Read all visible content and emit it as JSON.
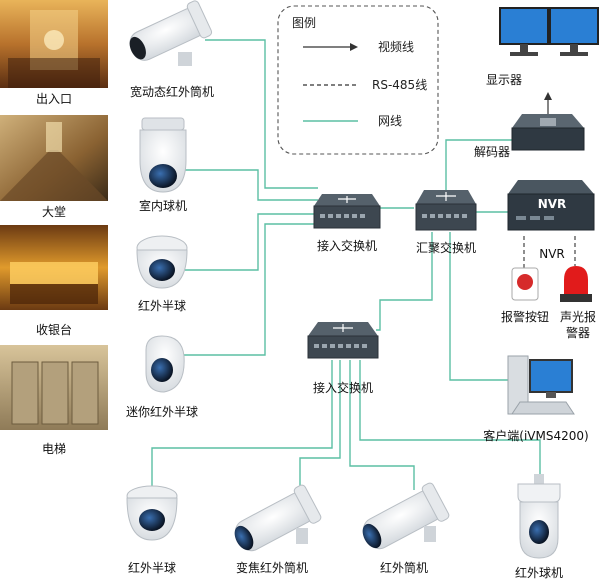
{
  "legend": {
    "title": "图例",
    "video_line": "视频线",
    "rs485_line": "RS-485线",
    "network_line": "网线"
  },
  "locations": {
    "entrance": "出入口",
    "lobby": "大堂",
    "cashier": "收银台",
    "elevator": "电梯"
  },
  "cameras_left": {
    "wdr_ir_bullet": "宽动态红外筒机",
    "indoor_dome": "室内球机",
    "ir_half_dome": "红外半球",
    "mini_ir_half_dome": "迷你红外半球"
  },
  "network": {
    "access_switch_1": "接入交换机",
    "access_switch_2": "接入交换机",
    "aggregation_switch": "汇聚交换机"
  },
  "right_devices": {
    "display": "显示器",
    "decoder": "解码器",
    "nvr_face": "NVR",
    "nvr_label": "NVR",
    "alarm_button": "报警按钮",
    "siren_line1": "声光报",
    "siren_line2": "警器",
    "client": "客户端(iVMS4200)"
  },
  "cameras_bottom": {
    "ir_half_dome": "红外半球",
    "varifocal_ir_bullet": "变焦红外筒机",
    "ir_bullet": "红外筒机",
    "ir_speed_dome": "红外球机"
  },
  "colors": {
    "network_line": "#5bbfa4",
    "switch_body": "#3d4750",
    "nvr_body": "#2f3942",
    "monitor_screen": "#2a7fd4"
  }
}
